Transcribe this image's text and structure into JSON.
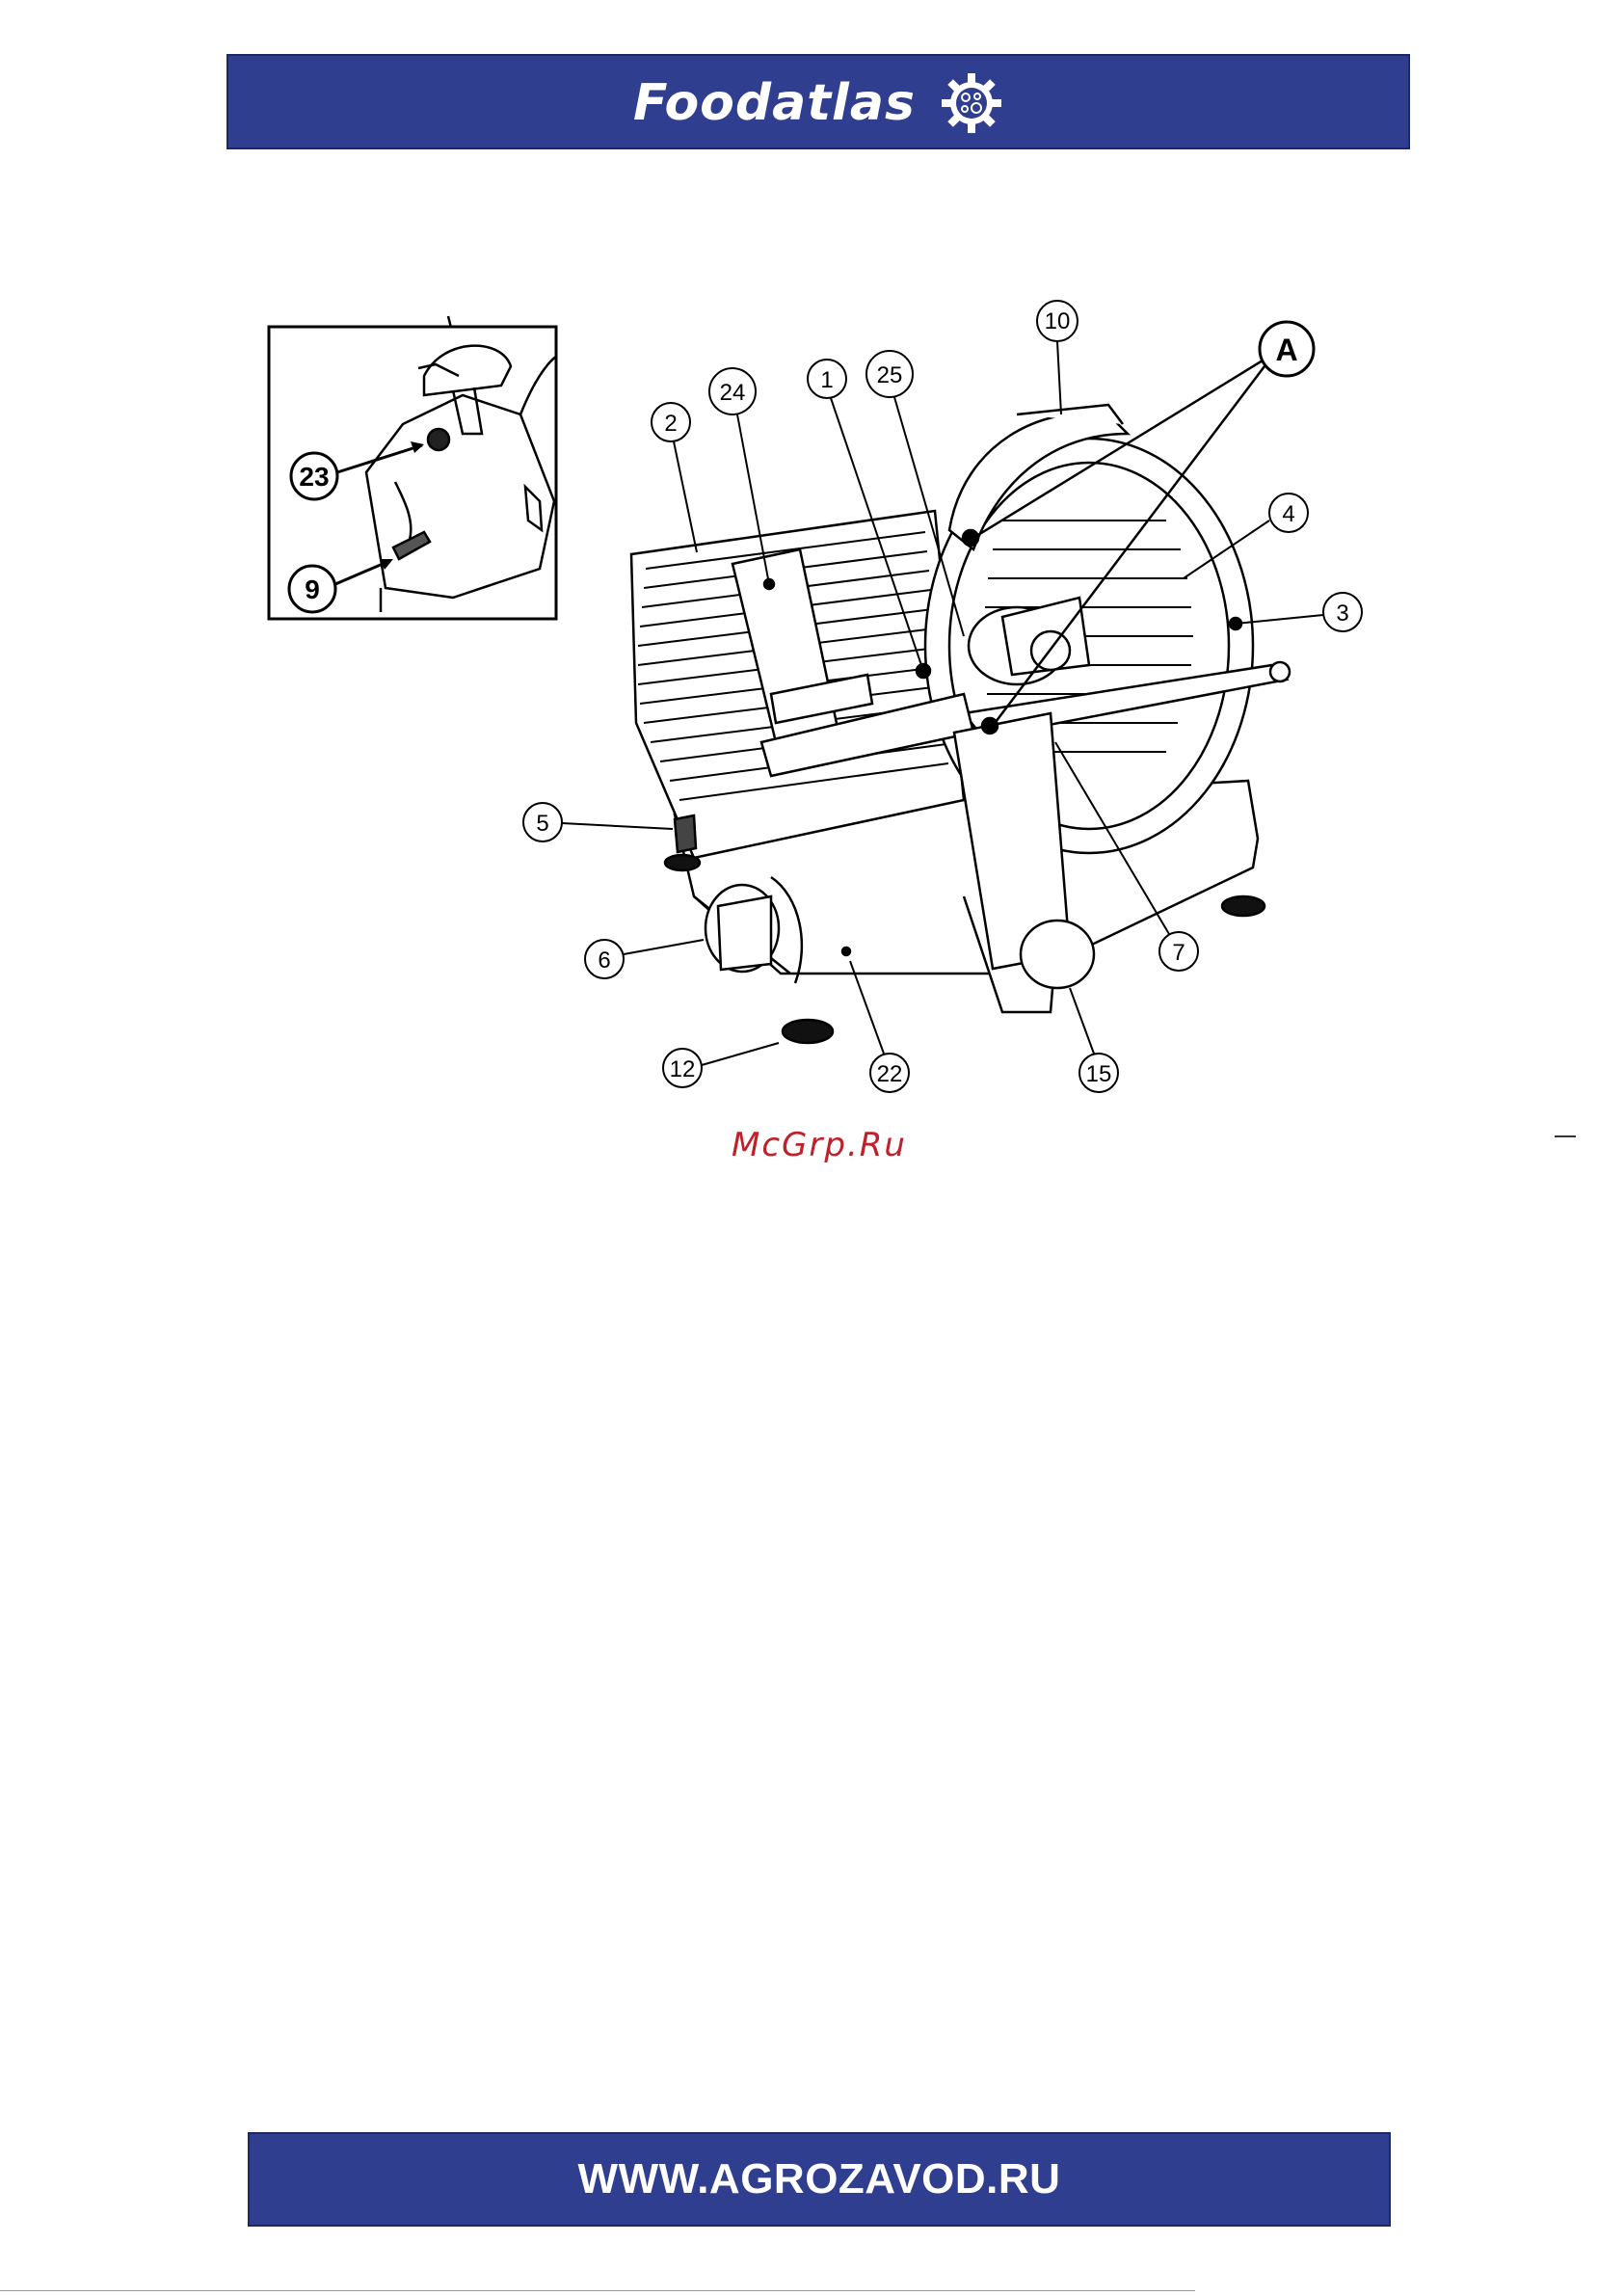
{
  "header": {
    "brand": "Foodatlas",
    "logo_icon": "gear-logo-icon",
    "color": "#2f3e8f"
  },
  "footer": {
    "website": "WWW.AGROZAVOD.RU"
  },
  "watermark": "McGrp.Ru",
  "diagram": {
    "inset_callouts": [
      "23",
      "9"
    ],
    "callouts": [
      "10",
      "A",
      "24",
      "1",
      "25",
      "2",
      "4",
      "3",
      "5",
      "6",
      "7",
      "12",
      "22",
      "15"
    ]
  }
}
